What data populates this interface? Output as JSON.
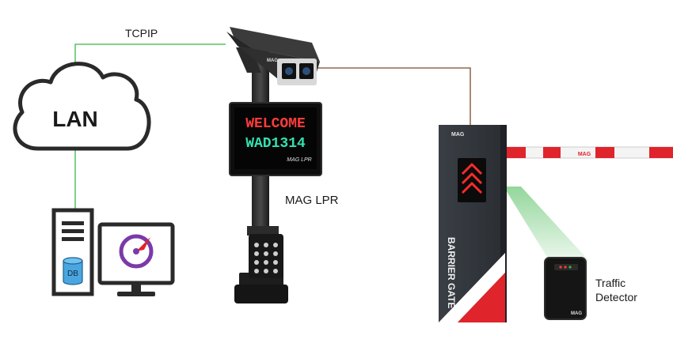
{
  "labels": {
    "tcpip": "TCPIP",
    "lan": "LAN",
    "mag_lpr": "MAG LPR",
    "traffic_detector_line1": "Traffic",
    "traffic_detector_line2": "Detector"
  },
  "display": {
    "line1": "WELCOME",
    "line2": "WAD1314",
    "brand": "MAG LPR"
  },
  "server": {
    "db_label": "DB"
  },
  "camera": {
    "brand": "MAG"
  },
  "barrier": {
    "vertical_text": "BARRIER GATE",
    "brand": "MAG",
    "boom_brand": "MAG"
  },
  "detector": {
    "brand": "MAG"
  },
  "colors": {
    "network_line": "#3cb54a",
    "camera_link": "#7b4a2a",
    "display_red": "#ff3b3b",
    "display_green": "#33e0b0",
    "barrier_red": "#e0242b",
    "detector_beam": "#3cb54a"
  }
}
